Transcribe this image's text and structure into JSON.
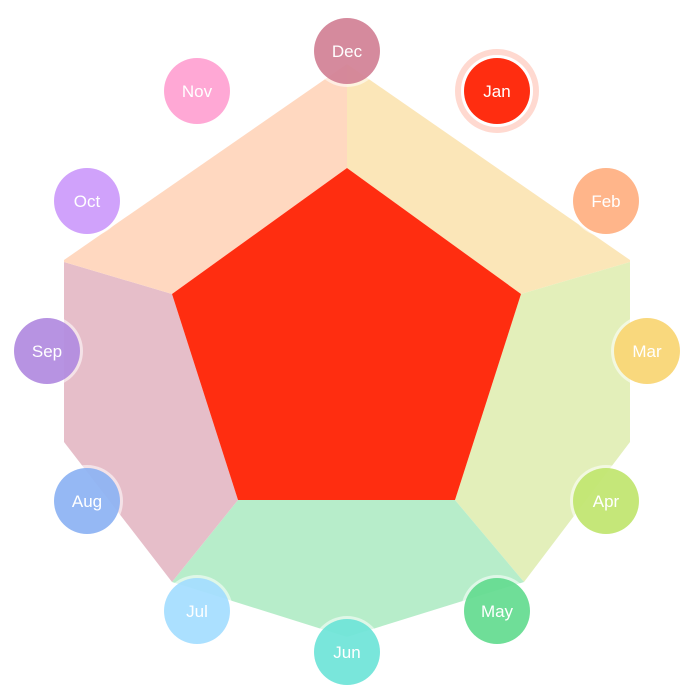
{
  "diagram": {
    "center_color": "#ff2d10",
    "sectors": [
      {
        "color": "#fbe5b4",
        "opacity": 0.95
      },
      {
        "color": "#e1eeb6",
        "opacity": 0.95
      },
      {
        "color": "#b3ecc7",
        "opacity": 0.95
      },
      {
        "color": "#e5bac6",
        "opacity": 0.95
      },
      {
        "color": "#ffd6bd",
        "opacity": 0.95
      }
    ],
    "months": [
      {
        "label": "Dec",
        "color": "#cf7a8f",
        "selected": false
      },
      {
        "label": "Jan",
        "color": "#ff2d10",
        "selected": true
      },
      {
        "label": "Feb",
        "color": "#ffab7a",
        "selected": false
      },
      {
        "label": "Mar",
        "color": "#f8d36b",
        "selected": false
      },
      {
        "label": "Apr",
        "color": "#bde466",
        "selected": false
      },
      {
        "label": "May",
        "color": "#5bd98a",
        "selected": false
      },
      {
        "label": "Jun",
        "color": "#66e3d6",
        "selected": false
      },
      {
        "label": "Jul",
        "color": "#9fdcff",
        "selected": false
      },
      {
        "label": "Aug",
        "color": "#86aef2",
        "selected": false
      },
      {
        "label": "Sep",
        "color": "#ad84de",
        "selected": false
      },
      {
        "label": "Oct",
        "color": "#c995fb",
        "selected": false
      },
      {
        "label": "Nov",
        "color": "#ff9ccf",
        "selected": false
      }
    ]
  }
}
